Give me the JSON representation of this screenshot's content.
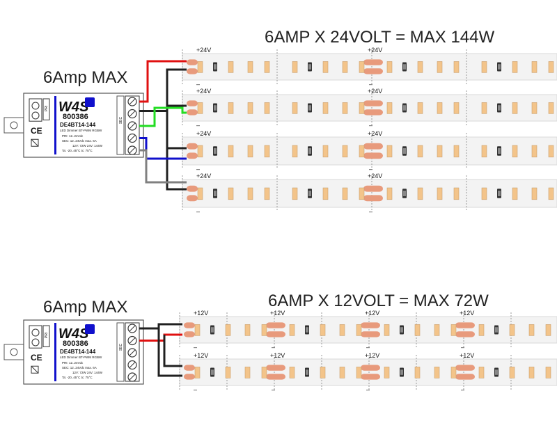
{
  "diagram_24v": {
    "title": "6AMP X 24VOLT = MAX 144W",
    "max_label": "6Amp MAX",
    "strip_voltage": "+24V",
    "strip_minus": "–",
    "strip_count": 4
  },
  "diagram_12v": {
    "title": "6AMP X 12VOLT = MAX 72W",
    "max_label": "6Amp MAX",
    "strip_voltage": "+12V",
    "strip_minus": "–",
    "strip_count": 2
  },
  "controller": {
    "logo": "W4S",
    "model_number": "800386",
    "model_code": "DE4BT14-144",
    "subtitle": "LED Dimmer BT-PWM RGBW",
    "pri_label": "PRI:",
    "pri_value": "12..24Vdc",
    "sec_label": "SEC:",
    "sec_value": "12..24Vdc",
    "max_current": "max. 6A",
    "power_12": "12V: 72W",
    "power_24": "24V: 144W",
    "ta_label": "Ta:",
    "ta_value": "-20..45°C",
    "tc_label": "tc:",
    "tc_value": "75°C",
    "pri_side": "PRI",
    "sec_side": "SEC"
  },
  "colors": {
    "red": "#e01010",
    "green": "#22dd22",
    "blue": "#1010cc",
    "gray": "#808080",
    "black": "#202020",
    "copper": "#e89a7c",
    "led": "#f3c48a"
  }
}
